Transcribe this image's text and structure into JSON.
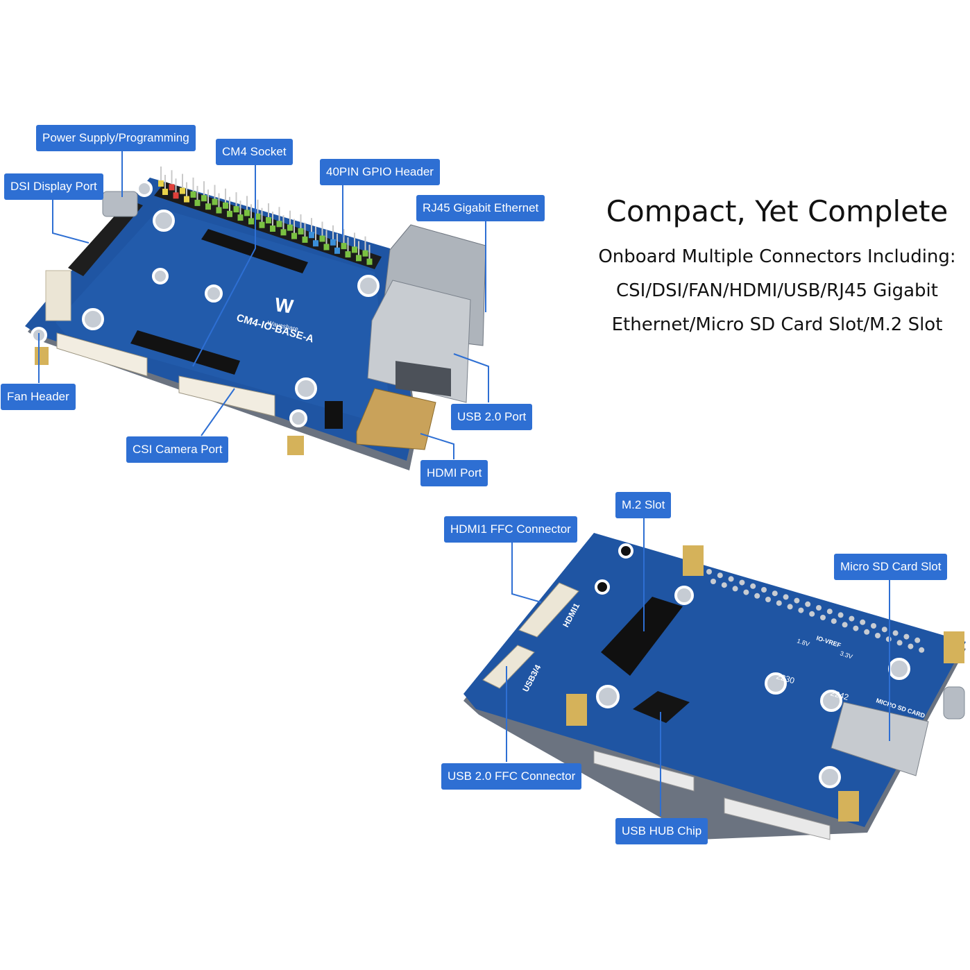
{
  "headline": {
    "title": "Compact, Yet Complete",
    "lines": [
      "Onboard Multiple Connectors Including:",
      "CSI/DSI/FAN/HDMI/USB/RJ45 Gigabit",
      "Ethernet/Micro SD Card Slot/M.2 Slot"
    ]
  },
  "board_front": {
    "silkscreen_brand": "Waveshare",
    "silkscreen_model": "CM4-IO-BASE-A",
    "callouts": [
      "Power Supply/Programming",
      "CM4 Socket",
      "40PIN GPIO Header",
      "DSI Display Port",
      "RJ45 Gigabit Ethernet",
      "Fan Header",
      "USB 2.0 Port",
      "CSI Camera Port",
      "HDMI Port"
    ]
  },
  "board_back": {
    "silkscreen": [
      "HDMI1",
      "USB3/4",
      "2230",
      "2242",
      "MICRO SD CARD",
      "IO-VREF",
      "3.3V",
      "1.8V"
    ],
    "callouts": [
      "M.2 Slot",
      "HDMI1 FFC Connector",
      "Micro SD Card Slot",
      "USB 2.0 FFC Connector",
      "USB HUB Chip"
    ]
  },
  "colors": {
    "callout_bg": "#2e6fd3",
    "pcb": "#1d4f9a",
    "pcb_edge": "#5f7189"
  }
}
